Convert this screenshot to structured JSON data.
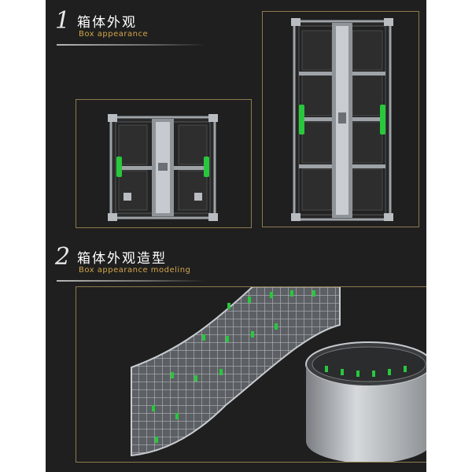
{
  "section1": {
    "number": "1",
    "title_zh": "箱体外观",
    "title_en": "Box appearance"
  },
  "section2": {
    "number": "2",
    "title_zh": "箱体外观造型",
    "title_en": "Box appearance modeling"
  },
  "colors": {
    "background": "#1f1f1f",
    "frame": "#8e7a4e",
    "accent_gold": "#d4a64a",
    "accent_green": "#28c83c",
    "metal": "#b9bdc2"
  }
}
